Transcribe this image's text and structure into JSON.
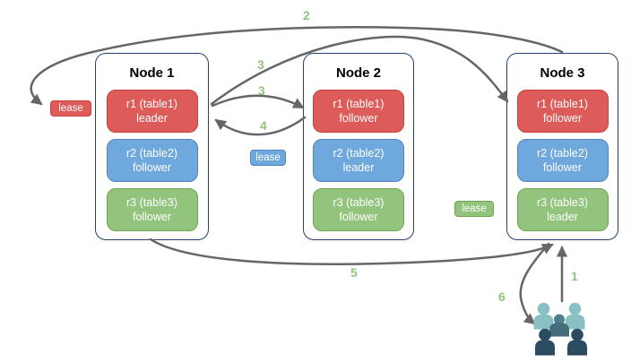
{
  "nodes": [
    {
      "title": "Node 1",
      "replicas": [
        {
          "line1": "r1 (table1)",
          "line2": "leader",
          "color": "red"
        },
        {
          "line1": "r2 (table2)",
          "line2": "follower",
          "color": "blue"
        },
        {
          "line1": "r3 (table3)",
          "line2": "follower",
          "color": "green"
        }
      ]
    },
    {
      "title": "Node 2",
      "replicas": [
        {
          "line1": "r1 (table1)",
          "line2": "follower",
          "color": "red"
        },
        {
          "line1": "r2 (table2)",
          "line2": "leader",
          "color": "blue"
        },
        {
          "line1": "r3 (table3)",
          "line2": "follower",
          "color": "green"
        }
      ]
    },
    {
      "title": "Node 3",
      "replicas": [
        {
          "line1": "r1 (table1)",
          "line2": "follower",
          "color": "red"
        },
        {
          "line1": "r2 (table2)",
          "line2": "follower",
          "color": "blue"
        },
        {
          "line1": "r3 (table3)",
          "line2": "leader",
          "color": "green"
        }
      ]
    }
  ],
  "leases": [
    {
      "label": "lease",
      "color": "#dd5b58"
    },
    {
      "label": "lease",
      "color": "#6fa8dc"
    },
    {
      "label": "lease",
      "color": "#93c47d"
    }
  ],
  "steps": {
    "step1": "1",
    "step2": "2",
    "step3_node3": "3",
    "step3_node2": "3",
    "step4": "4",
    "step5": "5",
    "step6": "6"
  },
  "icons": {
    "users": "users-group-icon"
  },
  "colors": {
    "red": "#dd5b58",
    "red_border": "#c9413d",
    "blue": "#6fa8dc",
    "blue_border": "#5484bf",
    "green": "#93c47d",
    "green_border": "#6fa352",
    "node_border": "#24406b",
    "arrow": "#666666",
    "step_label": "#93c47d",
    "users_light": "#88c0c4",
    "users_medium": "#4e808c",
    "users_medium_dark": "#446d7c",
    "users_dark": "#2b4c60"
  }
}
